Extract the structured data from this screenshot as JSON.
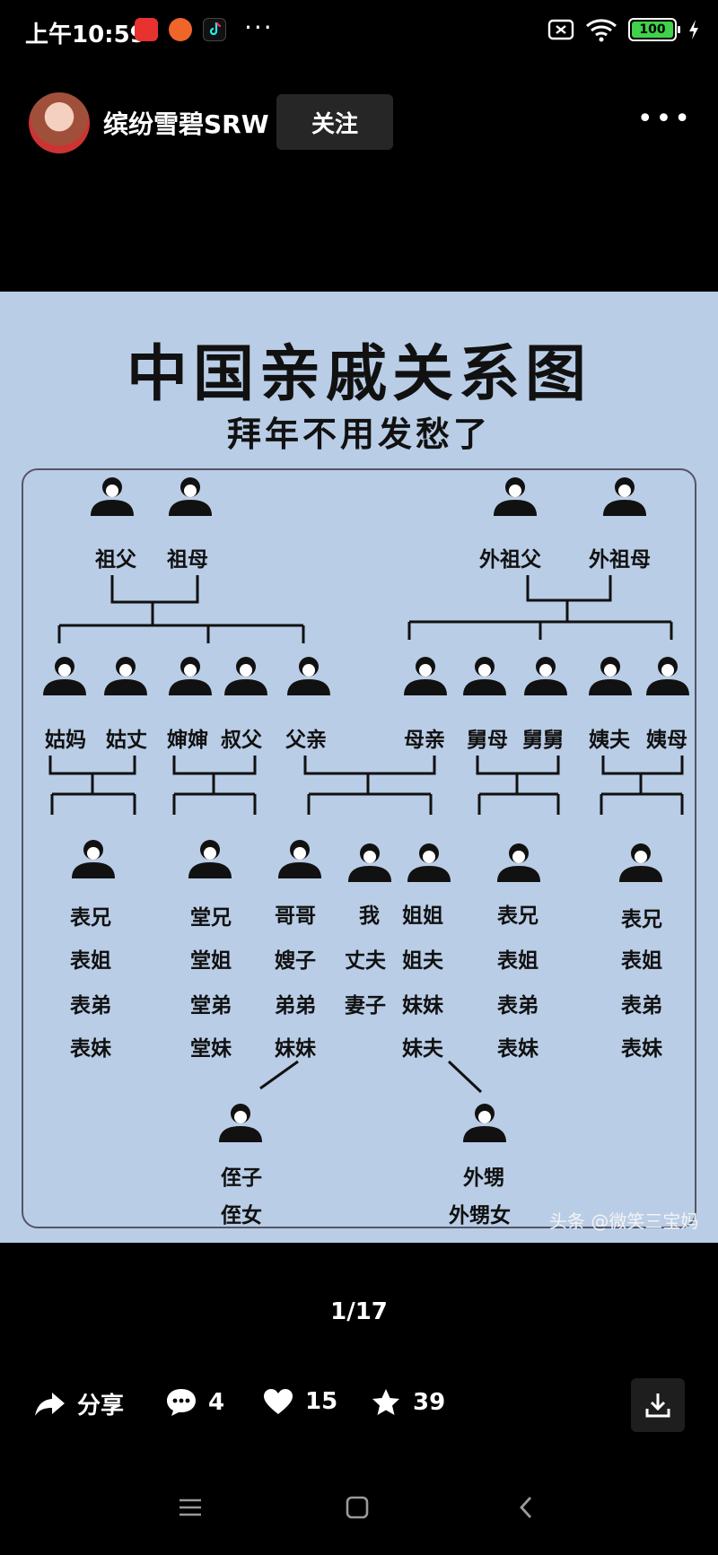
{
  "status_bar": {
    "time": "上午10:59",
    "dots": "···",
    "battery": "100"
  },
  "header": {
    "username": "缤纷雪碧SRW",
    "follow_label": "关注"
  },
  "image": {
    "title": "中国亲戚关系图",
    "subtitle": "拜年不用发愁了",
    "labels": {
      "grandfather": "祖父",
      "grandmother": "祖母",
      "maternal_grandfather": "外祖父",
      "maternal_grandmother": "外祖母",
      "gu_ma": "姑妈",
      "gu_zhang": "姑丈",
      "shen_shen": "婶婶",
      "shu_fu": "叔父",
      "father": "父亲",
      "mother": "母亲",
      "jiu_mu": "舅母",
      "jiu_jiu": "舅舅",
      "yi_fu": "姨夫",
      "yi_mu": "姨母",
      "col1": [
        "表兄",
        "表姐",
        "表弟",
        "表妹"
      ],
      "col2": [
        "堂兄",
        "堂姐",
        "堂弟",
        "堂妹"
      ],
      "col3": [
        "哥哥",
        "嫂子",
        "弟弟",
        "妹妹"
      ],
      "col4": [
        "我",
        "丈夫",
        "妻子"
      ],
      "col5": [
        "姐姐",
        "姐夫",
        "妹妹",
        "妹夫"
      ],
      "col6": [
        "表兄",
        "表姐",
        "表弟",
        "表妹"
      ],
      "col7": [
        "表兄",
        "表姐",
        "表弟",
        "表妹"
      ],
      "nephew": "侄子",
      "niece": "侄女",
      "sister_son": "外甥",
      "sister_daughter": "外甥女"
    },
    "watermark": "头条 @微笑三宝妈"
  },
  "counter": "1/17",
  "actions": {
    "share_label": "分享",
    "comments": "4",
    "likes": "15",
    "favorites": "39"
  }
}
